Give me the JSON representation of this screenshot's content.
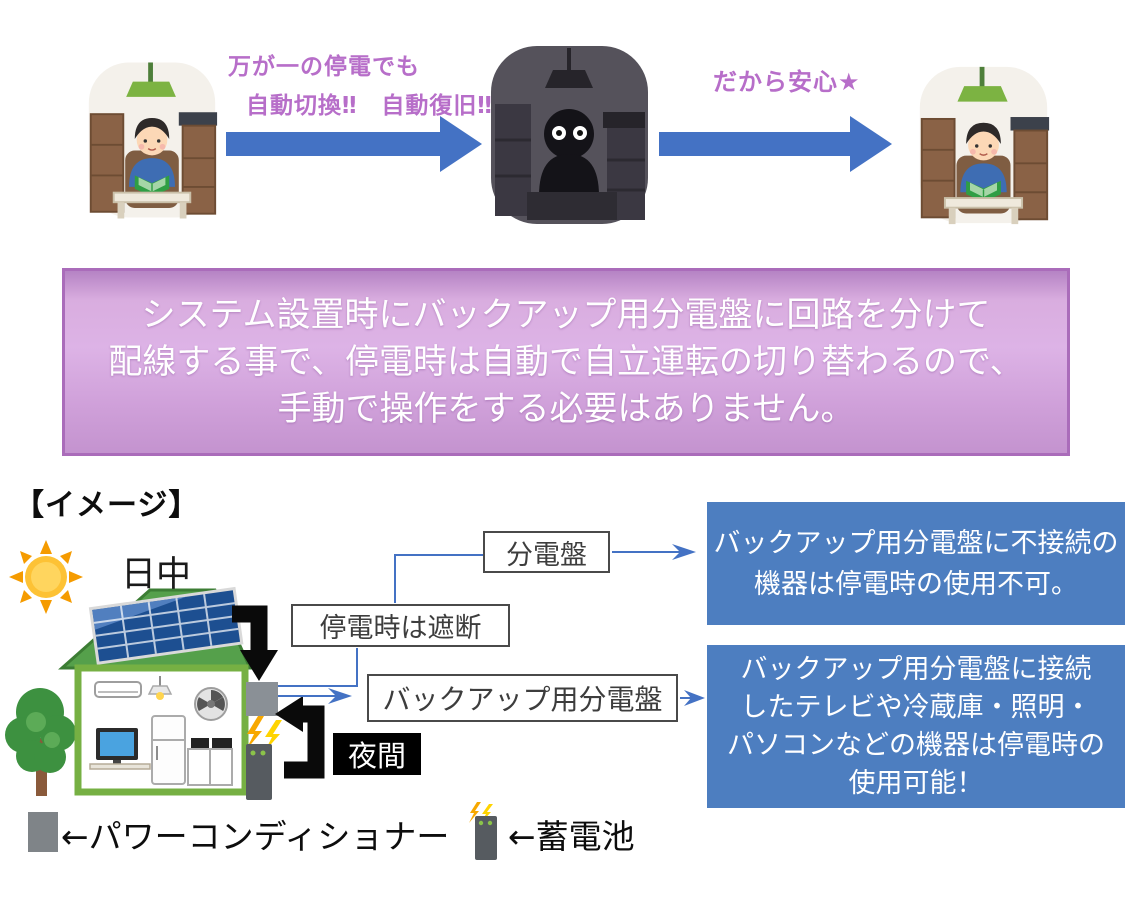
{
  "top_flow": {
    "caption_outage": "万が一の停電でも",
    "caption_auto": "自動切換‼　自動復旧‼",
    "caption_relief": "だから安心★"
  },
  "message_box": {
    "lines": [
      "システム設置時にバックアップ用分電盤に回路を分けて",
      "配線する事で、停電時は自動で自立運転の切り替わるので、",
      "手動で操作をする必要はありません。"
    ]
  },
  "diagram": {
    "heading": "【イメージ】",
    "daytime_label": "日中",
    "night_label": "夜間",
    "distribution_board_label": "分電盤",
    "cutoff_label": "停電時は遮断",
    "backup_board_label": "バックアップ用分電盤",
    "info_disconnected_lines": [
      "バックアップ用分電盤に不接続の",
      "機器は停電時の使用不可。"
    ],
    "info_connected_lines": [
      "バックアップ用分電盤に接続",
      "したテレビや冷蔵庫・照明・",
      "パソコンなどの機器は停電時の",
      "使用可能！"
    ]
  },
  "legend": {
    "power_conditioner_label": "←パワーコンディショナー",
    "battery_label": "←蓄電池"
  },
  "colors": {
    "flow_arrow_blue": "#4472c4",
    "info_box_blue": "#4d7ec0",
    "caption_purple": "#b76ec9",
    "message_box_pink": "#d9addf",
    "night_label_bg": "#000000",
    "power_conditioner_gray": "#7f8488",
    "sun_orange": "#f59b00",
    "roof_green": "#55a04b",
    "solar_panel_blue": "#1d4f91"
  }
}
